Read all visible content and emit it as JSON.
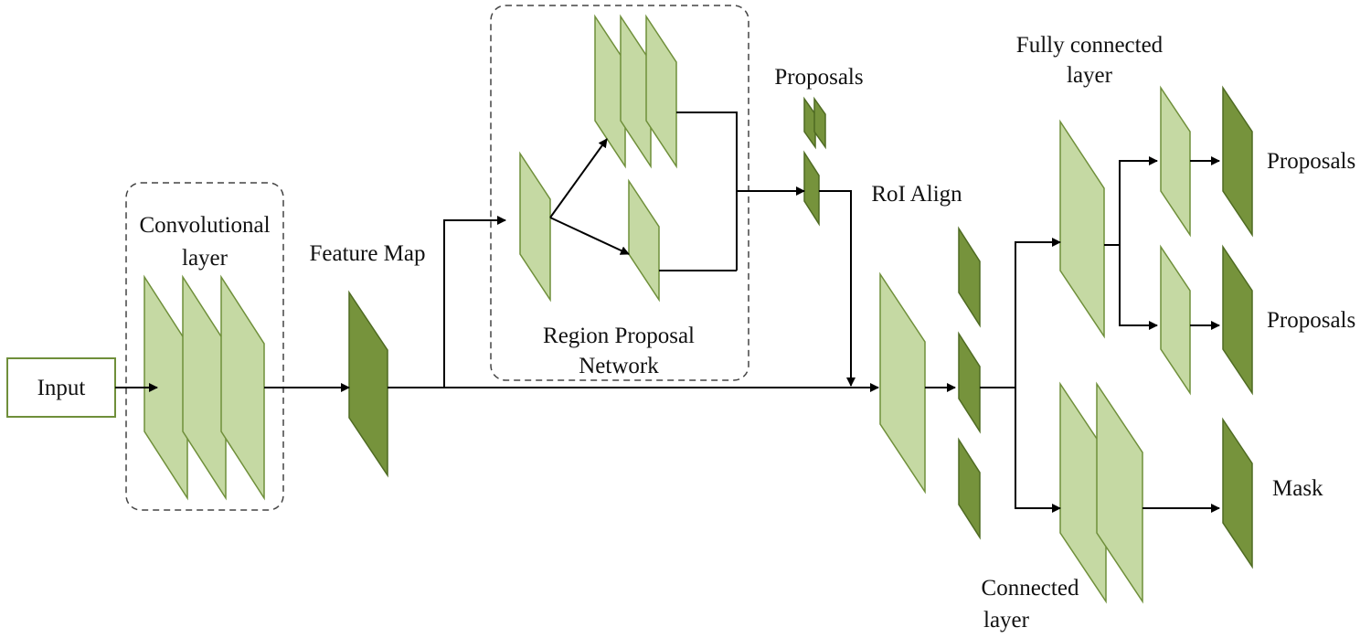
{
  "labels": {
    "input": "Input",
    "conv_line1": "Convolutional",
    "conv_line2": "layer",
    "feature_map": "Feature Map",
    "rpn_line1": "Region Proposal",
    "rpn_line2": "Network",
    "proposals_top": "Proposals",
    "roi_align": "RoI Align",
    "fc_line1": "Fully connected",
    "fc_line2": "layer",
    "output_proposals_1": "Proposals",
    "output_proposals_2": "Proposals",
    "mask": "Mask",
    "connected_line1": "Connected",
    "connected_line2": "layer"
  },
  "colors": {
    "light_layer": "#c5d9a3",
    "dark_layer": "#76933c",
    "input_border": "#6f8f3a"
  }
}
